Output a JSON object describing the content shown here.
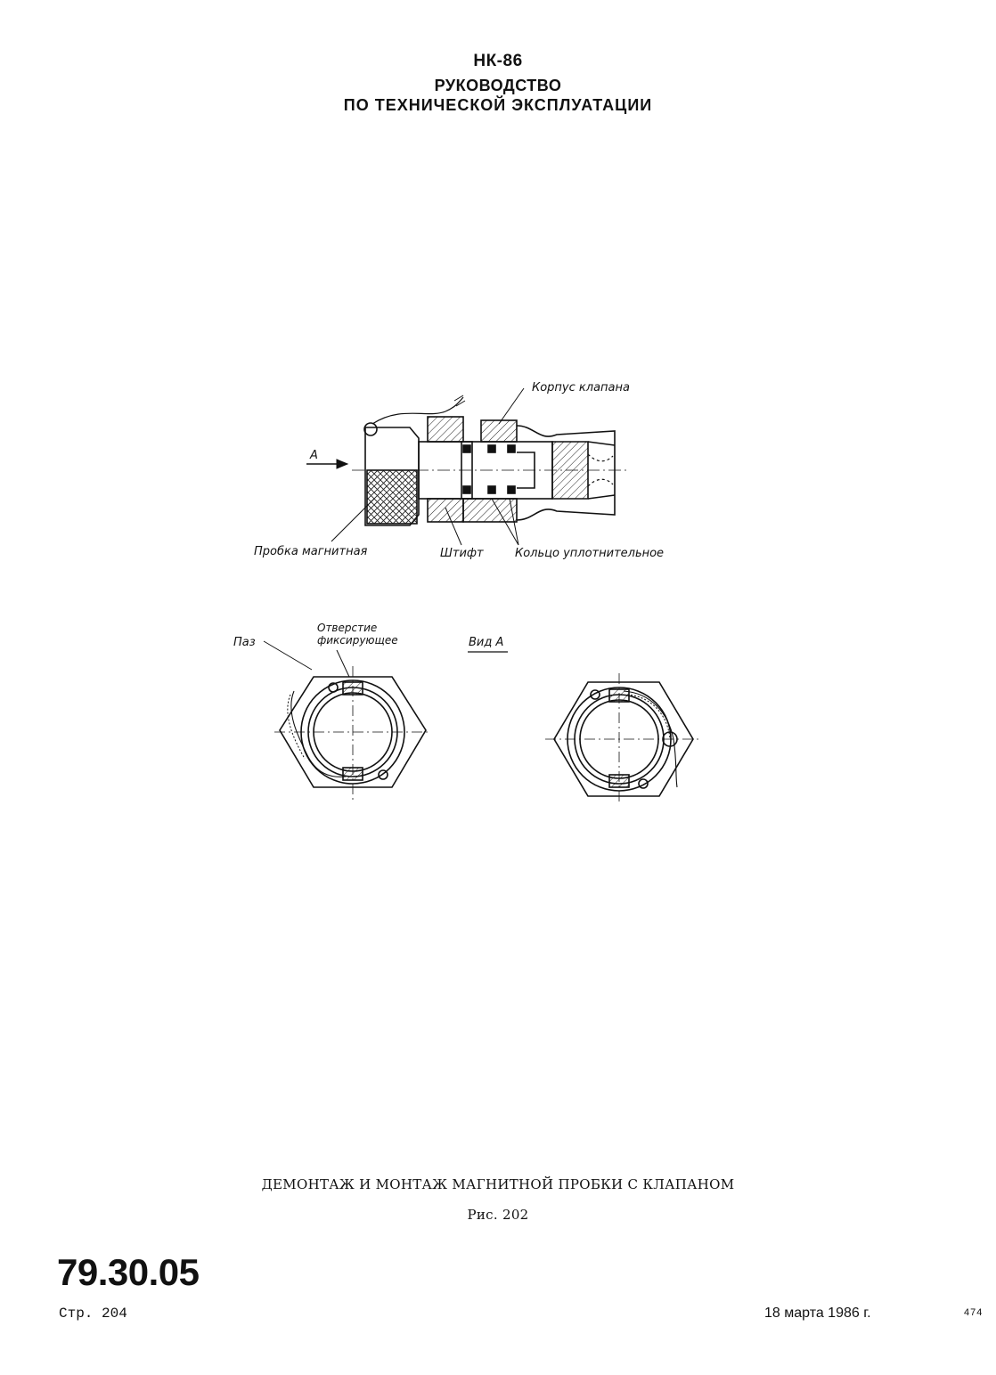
{
  "header": {
    "line1": "НК-86",
    "line2": "РУКОВОДСТВО",
    "line3": "ПО ТЕХНИЧЕСКОЙ ЭКСПЛУАТАЦИИ"
  },
  "figure": {
    "labels": {
      "valve_body": "Корпус клапана",
      "arrow_a": "А",
      "magnetic_plug": "Пробка магнитная",
      "pin": "Штифт",
      "seal_ring": "Кольцо уплотнительное",
      "slot": "Паз",
      "fixing_hole_1": "Отверстие",
      "fixing_hole_2": "фиксирующее",
      "view_a": "Вид А"
    },
    "caption_title": "ДЕМОНТАЖ И МОНТАЖ МАГНИТНОЙ ПРОБКИ С КЛАПАНОМ",
    "caption_number": "Рис. 202"
  },
  "footer": {
    "section": "79.30.05",
    "page": "Стр. 204",
    "date": "18 марта 1986 г.",
    "sheet": "474"
  }
}
